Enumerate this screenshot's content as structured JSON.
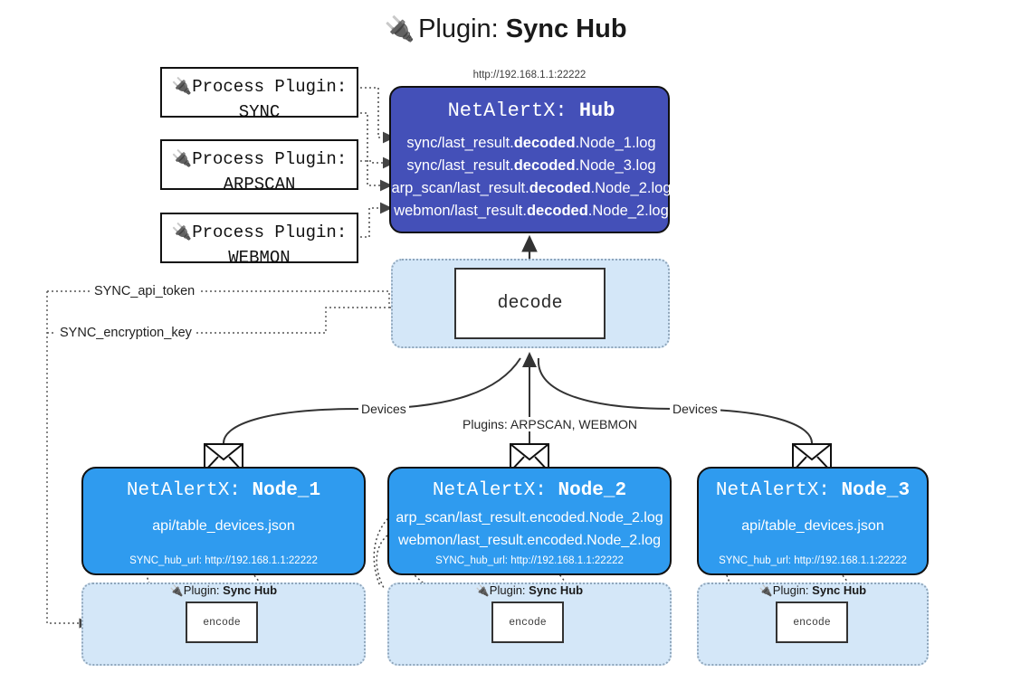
{
  "title": {
    "plug_icon": "plug-icon",
    "prefix": "Plugin: ",
    "name": "Sync Hub"
  },
  "process_plugins": [
    {
      "icon": "plug-icon",
      "line1": "Process Plugin:",
      "line2": "SYNC"
    },
    {
      "icon": "plug-icon",
      "line1": "Process Plugin:",
      "line2": "ARPSCAN"
    },
    {
      "icon": "plug-icon",
      "line1": "Process Plugin:",
      "line2": "WEBMON"
    }
  ],
  "hub": {
    "url": "http://192.168.1.1:22222",
    "title_prefix": "NetAlertX: ",
    "title_name": "Hub",
    "color": "#4450b8",
    "logs": [
      {
        "pre": "sync/last_result.",
        "bold": "decoded",
        "post": ".Node_1.log"
      },
      {
        "pre": "sync/last_result.",
        "bold": "decoded",
        "post": ".Node_3.log"
      },
      {
        "pre": "arp_scan/last_result.",
        "bold": "decoded",
        "post": ".Node_2.log"
      },
      {
        "pre": "webmon/last_result.",
        "bold": "decoded",
        "post": ".Node_2.log"
      }
    ]
  },
  "decode": {
    "label": "decode",
    "group_color": "#d4e7f8"
  },
  "keys": [
    {
      "label": "SYNC_api_token"
    },
    {
      "label": "SYNC_encryption_key"
    }
  ],
  "edges": [
    {
      "label": "Devices"
    },
    {
      "label": "Plugins: ARPSCAN, WEBMON"
    },
    {
      "label": "Devices"
    }
  ],
  "nodes": [
    {
      "title_prefix": "NetAlertX: ",
      "title_name": "Node_1",
      "color": "#2f9bef",
      "lines": [
        "api/table_devices.json"
      ],
      "url_key": "SYNC_hub_url: ",
      "url_value": "http://192.168.1.1:22222",
      "envelope_icon": "envelope-icon",
      "encode": {
        "plug_icon": "plug-icon",
        "plugin_prefix": "Plugin: ",
        "plugin_name": "Sync Hub",
        "label": "encode"
      }
    },
    {
      "title_prefix": "NetAlertX: ",
      "title_name": "Node_2",
      "color": "#2f9bef",
      "lines": [
        "arp_scan/last_result.encoded.Node_2.log",
        "webmon/last_result.encoded.Node_2.log"
      ],
      "url_key": "SYNC_hub_url: ",
      "url_value": "http://192.168.1.1:22222",
      "envelope_icon": "envelope-icon",
      "encode": {
        "plug_icon": "plug-icon",
        "plugin_prefix": "Plugin: ",
        "plugin_name": "Sync Hub",
        "label": "encode"
      }
    },
    {
      "title_prefix": "NetAlertX: ",
      "title_name": "Node_3",
      "color": "#2f9bef",
      "lines": [
        "api/table_devices.json"
      ],
      "url_key": "SYNC_hub_url: ",
      "url_value": "http://192.168.1.1:22222",
      "envelope_icon": "envelope-icon",
      "encode": {
        "plug_icon": "plug-icon",
        "plugin_prefix": "Plugin: ",
        "plugin_name": "Sync Hub",
        "label": "encode"
      }
    }
  ]
}
